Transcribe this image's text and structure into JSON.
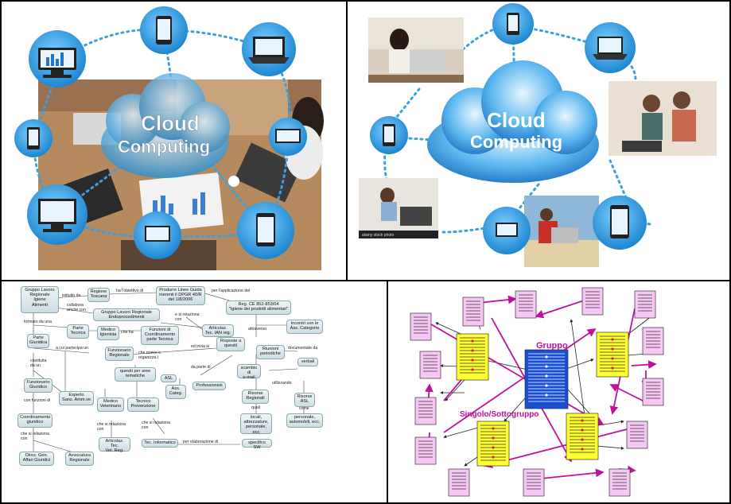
{
  "panel_tl": {
    "title_line1": "Cloud",
    "title_line2": "Computing"
  },
  "panel_tr": {
    "title_line1": "Cloud",
    "title_line2": "Computing",
    "photo_credit": "alamy stock photo"
  },
  "concept_map": {
    "nodes": [
      {
        "id": "n1",
        "text": "Gruppo Lavoro\nRegionale\nIgiene\nAlimenti"
      },
      {
        "id": "n2",
        "text": "Regione\nToscana"
      },
      {
        "id": "n3",
        "text": "Produrre Linee Guida\ninerenti il DPGR 40/R\ndel 1/8/2006"
      },
      {
        "id": "n4",
        "text": "Reg. CE 852-853/04\n\"Igiene dei prodotti alimentari\""
      },
      {
        "id": "n5",
        "text": "Gruppo Lavoro Regionale\nEndoprocedimenti"
      },
      {
        "id": "n6",
        "text": "Articolaz.\nTec. IAN reg."
      },
      {
        "id": "n7",
        "text": "Parte\nTecnica"
      },
      {
        "id": "n8",
        "text": "Medico\nIgienista"
      },
      {
        "id": "n9",
        "text": "Funzioni di\nCoordinamento\nparte Tecnica"
      },
      {
        "id": "n10",
        "text": "Incontri con le\nAss. Categorie"
      },
      {
        "id": "n11",
        "text": "Parte\nGiuridica"
      },
      {
        "id": "n12",
        "text": "Funzionario\nRegionale"
      },
      {
        "id": "n13",
        "text": "Risposte a\nquesiti"
      },
      {
        "id": "n14",
        "text": "Riunioni\nperiodiche"
      },
      {
        "id": "n15",
        "text": "verbali"
      },
      {
        "id": "n16",
        "text": "quesiti per aree\ntematiche"
      },
      {
        "id": "n17",
        "text": "scambio di\ne-mail"
      },
      {
        "id": "n18",
        "text": "Funzionario\nGiuridico"
      },
      {
        "id": "n19",
        "text": "ASL"
      },
      {
        "id": "n20",
        "text": "Ass.\nCateg."
      },
      {
        "id": "n21",
        "text": "Professionisti"
      },
      {
        "id": "n22",
        "text": "Esperto\nSanz. Amm.ve"
      },
      {
        "id": "n23",
        "text": "Risorse\nRegionali"
      },
      {
        "id": "n24",
        "text": "Risorse\nASL"
      },
      {
        "id": "n25",
        "text": "Medico\nVeterinario"
      },
      {
        "id": "n26",
        "text": "Tecnico\nPrevenzione"
      },
      {
        "id": "n27",
        "text": "Coordinamento\ngiuridico"
      },
      {
        "id": "n28",
        "text": "locali,\nattrezzature,\npersonale, ecc"
      },
      {
        "id": "n29",
        "text": "personale,\nautomobili, ecc."
      },
      {
        "id": "n30",
        "text": "Articolaz. Tec.\nVet. Reg."
      },
      {
        "id": "n31",
        "text": "Tec. Informatico"
      },
      {
        "id": "n32",
        "text": "specifico SW"
      },
      {
        "id": "n33",
        "text": "Direz. Gen.\nAffari Giuridici"
      },
      {
        "id": "n34",
        "text": "Avvocatura\nRegionale"
      }
    ],
    "links": [
      {
        "id": "l1",
        "text": "istituito da"
      },
      {
        "id": "l2",
        "text": "ha l'obiettivo di"
      },
      {
        "id": "l3",
        "text": "per l'applicazione del"
      },
      {
        "id": "l4",
        "text": "collabora\nanche con"
      },
      {
        "id": "l5",
        "text": "e si relaziona\ncon"
      },
      {
        "id": "l6",
        "text": "formato da una"
      },
      {
        "id": "l7",
        "text": "che ha"
      },
      {
        "id": "l8",
        "text": "attraverso"
      },
      {
        "id": "l9",
        "text": "a cui partecipa un"
      },
      {
        "id": "l10",
        "text": "che riceve e\norganizza i"
      },
      {
        "id": "l11",
        "text": "ed invia le"
      },
      {
        "id": "l12",
        "text": "documentate da"
      },
      {
        "id": "l13",
        "text": "costituita\nda un"
      },
      {
        "id": "l14",
        "text": "da parte di"
      },
      {
        "id": "l15",
        "text": "utilizzando"
      },
      {
        "id": "l16",
        "text": "con funzioni di"
      },
      {
        "id": "l17",
        "text": "quali"
      },
      {
        "id": "l18",
        "text": "come"
      },
      {
        "id": "l19",
        "text": "che si relaziona\ncon"
      },
      {
        "id": "l20",
        "text": "che si relaziona\ncon"
      },
      {
        "id": "l21",
        "text": "che si relaziona\ncon"
      },
      {
        "id": "l22",
        "text": "per elaborazione di"
      }
    ]
  },
  "panel_br": {
    "label_gruppo": "Gruppo",
    "label_singolo": "Singolo/Sottogruppo",
    "colors": {
      "doc_pink": "#f6c6f4",
      "doc_yellow": "#ffff33",
      "doc_blue": "#1a4fd0",
      "arrow_magenta": "#c0119a",
      "arrow_black": "#222222",
      "label_magenta": "#c0119a"
    }
  }
}
